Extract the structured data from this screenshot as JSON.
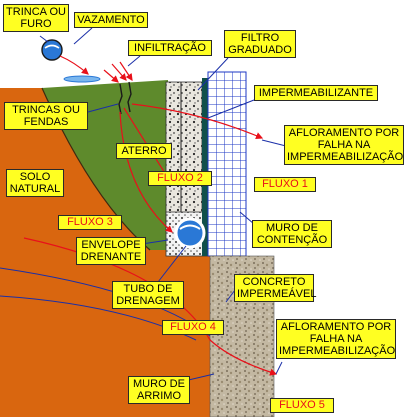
{
  "labels": {
    "trinca_furo": "TRINCA OU\nFURO",
    "vazamento": "VAZAMENTO",
    "infiltracao": "INFILTRAÇÃO",
    "filtro": "FILTRO\nGRADUADO",
    "impermeabilizante": "IMPERMEABILIZANTE",
    "trincas_fendas": "TRINCAS OU\nFENDAS",
    "aterro": "ATERRO",
    "afloramento_1": "AFLORAMENTO POR\nFALHA NA\nIMPERMEABILIZAÇÃO",
    "solo_natural": "SOLO\nNATURAL",
    "muro_contencao": "MURO DE\nCONTENÇÃO",
    "envelope": "ENVELOPE\nDRENANTE",
    "tubo": "TUBO DE\nDRENAGEM",
    "concreto": "CONCRETO\nIMPERMEÁVEL",
    "afloramento_2": "AFLORAMENTO POR\nFALHA NA\nIMPERMEABILIZAÇÃO",
    "muro_arrimo": "MURO DE\nARRIMO"
  },
  "flows": {
    "f1": "FLUXO 1",
    "f2": "FLUXO 2",
    "f3": "FLUXO 3",
    "f4": "FLUXO 4",
    "f5": "FLUXO 5"
  },
  "colors": {
    "solo": "#d9660f",
    "aterro": "#5e8a2c",
    "concreto": "#bdb29c",
    "label_bg": "#ffff22",
    "flow": "#e8101a",
    "water": "#2a78d6"
  }
}
